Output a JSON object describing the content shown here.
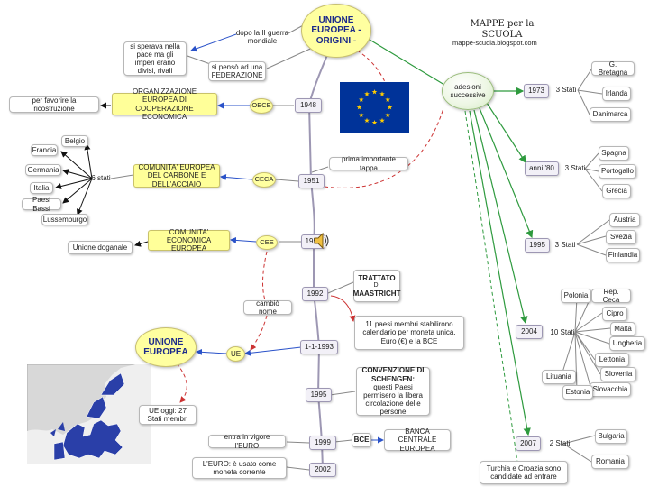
{
  "title": "UNIONE EUROPEA - ORIGINI -",
  "brand": {
    "line1": "MAPPE per la SCUOLA",
    "line2": "mappe-scuola.blogspot.com"
  },
  "nodes": {
    "after_war": "dopo la II guerra mondiale",
    "hope": "si sperava nella pace ma gli imperi erano divisi, rivali",
    "federation": "si pensò ad una FEDERAZIONE",
    "reconstruction": "per favorire la ricostruzione",
    "oece_full": "ORGANIZZAZIONE EUROPEA DI COOPERAZIONE ECONOMICA",
    "oece": "OECE",
    "ceca_full": "COMUNITA' EUROPEA DEL CARBONE E DELL'ACCIAIO",
    "ceca": "CECA",
    "six_states": "6 stati",
    "first_step": "prima importante tappa",
    "cee_full": "COMUNITA' ECONOMICA EUROPEA",
    "cee": "CEE",
    "customs": "Unione doganale",
    "name_change": "cambiò nome",
    "ue_big": "UNIONE EUROPEA",
    "ue": "UE",
    "ue_today": "UE oggi: 27 Stati membri",
    "maastricht_title": "TRATTATO",
    "maastricht_di": "DI",
    "maastricht_name": "MAASTRICHT",
    "maastricht_desc": "11 paesi membri stabilirono calendario per moneta unica, Euro (€) e la BCE",
    "schengen_title": "CONVENZIONE DI SCHENGEN:",
    "schengen_desc": "questi Paesi permisero la libera circolazione delle persone",
    "euro_in_force": "entra in vigore l'EURO",
    "euro_used": "L'EURO: è usato come moneta corrente",
    "bce": "BCE",
    "bce_full": "BANCA CENTRALE EUROPEA",
    "adhesions": "adesioni successive",
    "turkey_croatia": "Turchia e Croazia sono candidate ad entrare"
  },
  "founders": [
    "Belgio",
    "Francia",
    "Germania",
    "Italia",
    "Paesi Bassi",
    "Lussemburgo"
  ],
  "timeline": [
    "1948",
    "1951",
    "1957",
    "1992",
    "1-1-1993",
    "1995",
    "1999",
    "2002"
  ],
  "enlargements": [
    {
      "year": "1973",
      "count": "3 Stati",
      "countries": [
        "G. Bretagna",
        "Irlanda",
        "Danimarca"
      ]
    },
    {
      "year": "anni '80",
      "count": "3 Stati",
      "countries": [
        "Spagna",
        "Portogallo",
        "Grecia"
      ]
    },
    {
      "year": "1995",
      "count": "3 Stati",
      "countries": [
        "Austria",
        "Svezia",
        "Finlandia"
      ]
    },
    {
      "year": "2004",
      "count": "10 Stati",
      "countries": [
        "Polonia",
        "Rep. Ceca",
        "Cipro",
        "Malta",
        "Ungheria",
        "Lettonia",
        "Slovenia",
        "Slovacchia",
        "Lituania",
        "Estonia"
      ]
    },
    {
      "year": "2007",
      "count": "2 Stati",
      "countries": [
        "Bulgaria",
        "Romania"
      ]
    }
  ],
  "colors": {
    "accent": "#1b2a8a",
    "yellow": "#ffff99",
    "eu_blue": "#003399",
    "eu_star": "#ffcc00",
    "link_red": "#cc3333",
    "link_green": "#2e9a3e",
    "link_blue": "#2a52c9"
  }
}
